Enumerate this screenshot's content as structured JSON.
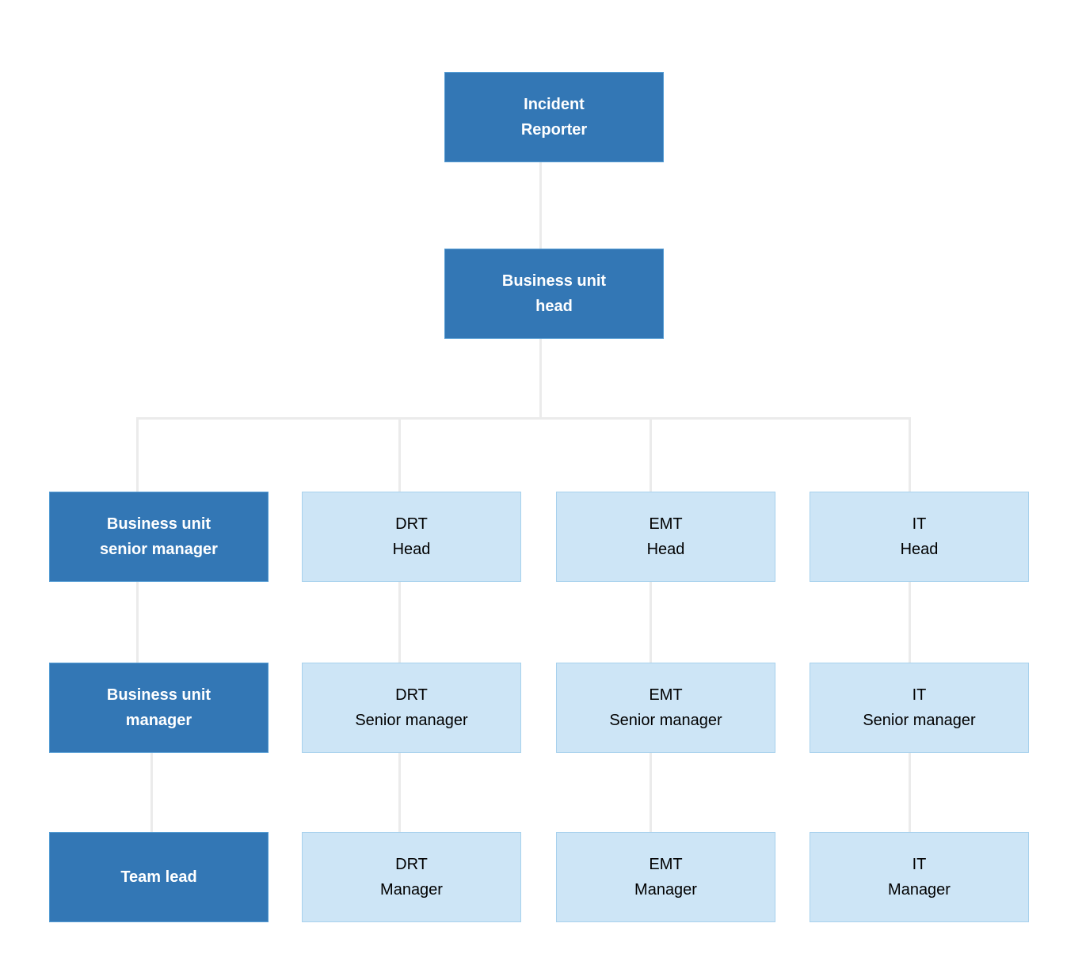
{
  "diagram": {
    "type": "org-chart",
    "colors": {
      "primary_fill": "#3377b5",
      "primary_border": "#539bd3",
      "primary_text": "#ffffff",
      "secondary_fill": "#cde5f6",
      "secondary_border": "#a7d1ed",
      "secondary_text": "#000000",
      "connector": "#ebebeb",
      "background": "#ffffff"
    },
    "root": {
      "id": "incident-reporter",
      "style": "primary",
      "label": "Incident\nReporter"
    },
    "level2": {
      "id": "business-unit-head",
      "style": "primary",
      "label": "Business unit\nhead"
    },
    "columns": [
      {
        "id": "business-unit",
        "style": "primary",
        "cells": [
          {
            "id": "business-unit-senior-manager",
            "label": "Business unit\nsenior manager"
          },
          {
            "id": "business-unit-manager",
            "label": "Business unit\nmanager"
          },
          {
            "id": "team-lead",
            "label": "Team lead"
          }
        ]
      },
      {
        "id": "drt",
        "style": "secondary",
        "cells": [
          {
            "id": "drt-head",
            "label": "DRT\nHead"
          },
          {
            "id": "drt-senior-manager",
            "label": "DRT\nSenior manager"
          },
          {
            "id": "drt-manager",
            "label": "DRT\nManager"
          }
        ]
      },
      {
        "id": "emt",
        "style": "secondary",
        "cells": [
          {
            "id": "emt-head",
            "label": "EMT\nHead"
          },
          {
            "id": "emt-senior-manager",
            "label": "EMT\nSenior manager"
          },
          {
            "id": "emt-manager",
            "label": "EMT\nManager"
          }
        ]
      },
      {
        "id": "it",
        "style": "secondary",
        "cells": [
          {
            "id": "it-head",
            "label": "IT\nHead"
          },
          {
            "id": "it-senior-manager",
            "label": "IT\nSenior manager"
          },
          {
            "id": "it-manager",
            "label": "IT\nManager"
          }
        ]
      }
    ]
  }
}
